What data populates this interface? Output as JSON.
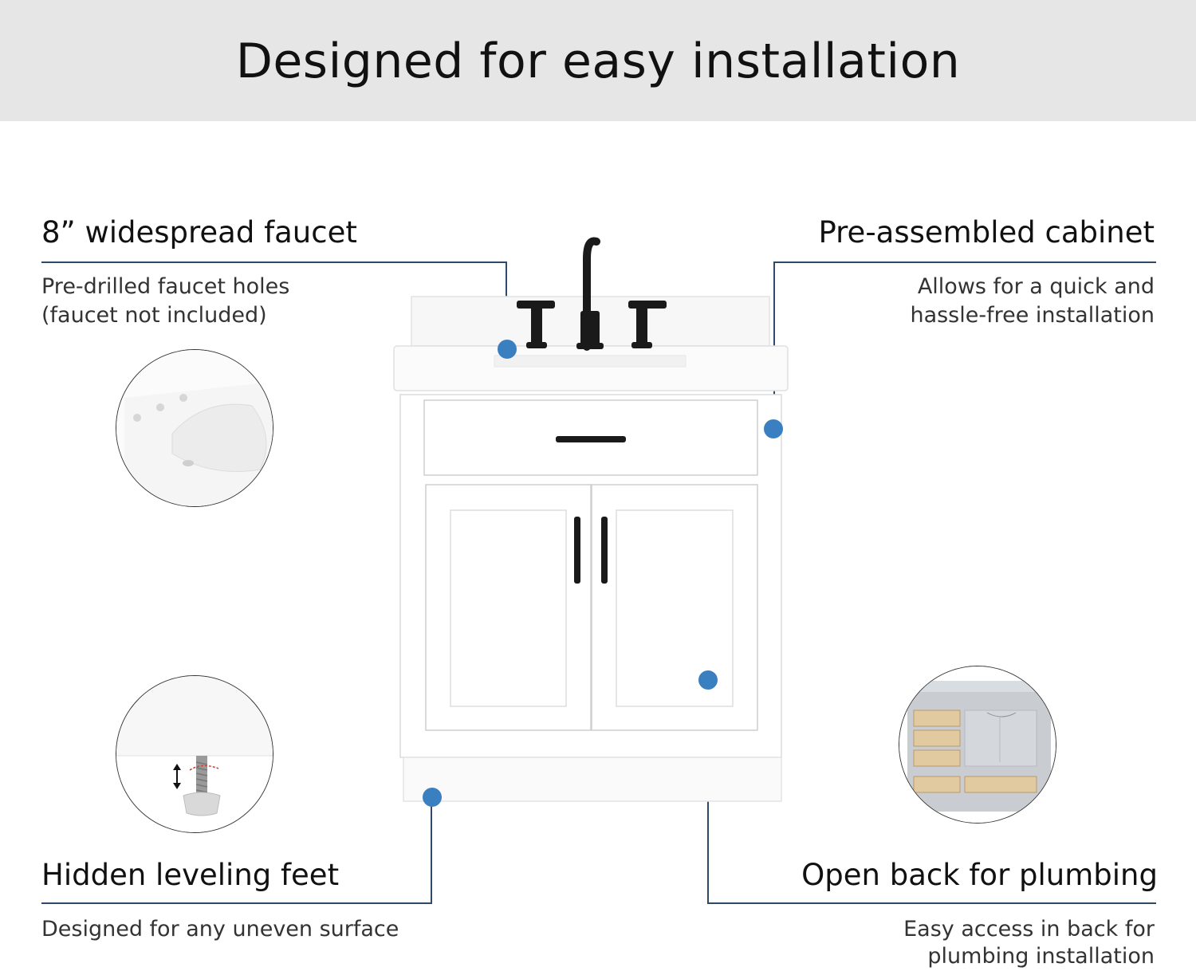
{
  "header": {
    "title": "Designed for easy installation"
  },
  "features": {
    "faucet": {
      "title": "8” widespread faucet",
      "desc_line1": "Pre-drilled faucet holes",
      "desc_line2": "(faucet not included)"
    },
    "cabinet": {
      "title": "Pre-assembled cabinet",
      "desc_line1": "Allows for  a quick and",
      "desc_line2": "hassle-free installation"
    },
    "feet": {
      "title": "Hidden leveling feet",
      "desc_line1": "Designed for any uneven surface"
    },
    "plumbing": {
      "title": "Open back for plumbing",
      "desc_line1": "Easy access in back for",
      "desc_line2": "plumbing installation"
    }
  },
  "colors": {
    "banner": "#e6e6e6",
    "accent_dot": "#3a7fc0",
    "leader_line": "#2f4a66",
    "hardware": "#1a1a1a"
  },
  "icons": {
    "faucet_detail": "sink-basin-icon",
    "feet_detail": "leveling-foot-icon",
    "plumbing_detail": "open-back-cabinet-icon"
  }
}
